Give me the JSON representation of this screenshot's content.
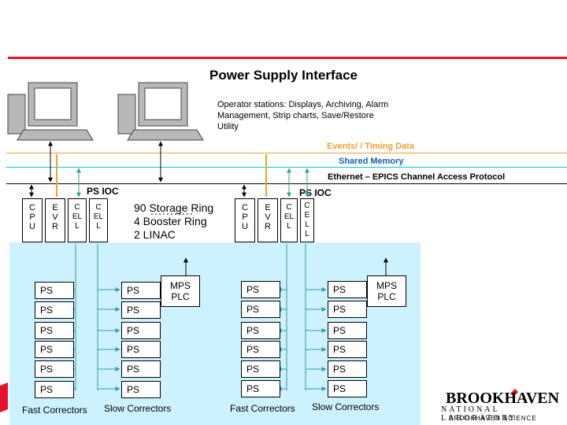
{
  "title": "Power Supply Interface",
  "operator_note": "Operator stations: Displays, Archiving, Alarm Management, Strip charts, Save/Restore Utility",
  "buses": {
    "events": "Events/ / Timing Data",
    "shared": "Shared Memory",
    "ethernet": "Ethernet – EPICS Channel Access Protocol"
  },
  "ioc_left": {
    "label": "PS IOC",
    "cpu": "C P U",
    "evr": "E V R",
    "cell1": "C EL L",
    "cell2": "C EL L"
  },
  "ioc_right": {
    "label": "PS IOC",
    "cpu": "C P U",
    "evr": "E V R",
    "cell1": "C EL L",
    "cell2": "C E L L"
  },
  "ring_text": {
    "line1": "90 Storage Ring",
    "line2": "4 Booster Ring",
    "line3": "2 LINAC"
  },
  "ps_label": "PS",
  "plc_label": "MPS PLC",
  "captions": {
    "fast_left": "Fast Correctors",
    "slow_left": "Slow Correctors",
    "fast_right": "Fast Correctors",
    "slow_right": "Slow Correctors"
  },
  "logo": {
    "name": "BROOKHAVEN",
    "sub": "NATIONAL LABORATORY",
    "tag": "BROOKHAVEN SCIENCE"
  },
  "colors": {
    "accent_red": "#e8112d",
    "bus_orange": "#f0a030",
    "bus_cyan": "#00c8f0",
    "panel": "#ccf2ff",
    "arrow_teal": "#3a9aa6"
  }
}
